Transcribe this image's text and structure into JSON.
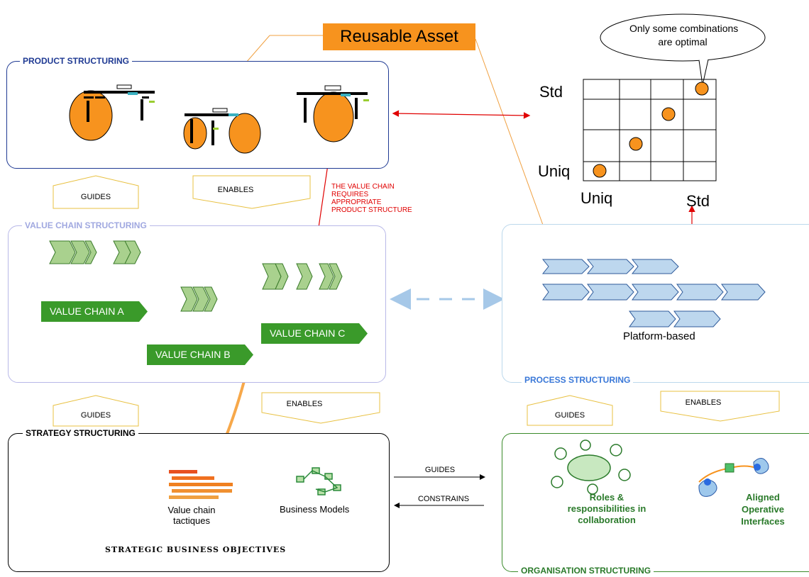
{
  "reusable_asset": "Reusable Asset",
  "callout": {
    "line1": "Only some combinations",
    "line2": "are optimal"
  },
  "matrix": {
    "y_top": "Std",
    "y_bottom": "Uniq",
    "x_left": "Uniq",
    "x_right": "Std"
  },
  "panels": {
    "product": "PRODUCT STRUCTURING",
    "value_chain": "VALUE CHAIN STRUCTURING",
    "process": "PROCESS STRUCTURING",
    "strategy": "STRATEGY STRUCTURING",
    "organisation": "ORGANISATION STRUCTURING"
  },
  "arrows": {
    "guides": "GUIDES",
    "enables": "ENABLES",
    "constrains": "CONSTRAINS"
  },
  "value_chain_note": {
    "l1": "THE VALUE CHAIN",
    "l2": "REQUIRES",
    "l3": "APPROPRIATE",
    "l4": "PRODUCT STRUCTURE"
  },
  "value_chains": {
    "a": "VALUE CHAIN A",
    "b": "VALUE CHAIN B",
    "c": "VALUE CHAIN C"
  },
  "platform": "Platform-based",
  "strategy": {
    "tactics_l1": "Value chain",
    "tactics_l2": "tactiques",
    "business_models": "Business Models",
    "objectives": "STRATEGIC BUSINESS OBJECTIVES"
  },
  "organisation": {
    "roles_l1": "Roles &",
    "roles_l2": "responsibilities in",
    "roles_l3": "collaboration",
    "interfaces_l1": "Aligned",
    "interfaces_l2": "Operative",
    "interfaces_l3": "Interfaces"
  },
  "colors": {
    "orange": "#f7931e",
    "green": "#3a9a2a",
    "light_green": "#a9d18e",
    "light_blue": "#bdd7ee",
    "red": "#e00000"
  }
}
